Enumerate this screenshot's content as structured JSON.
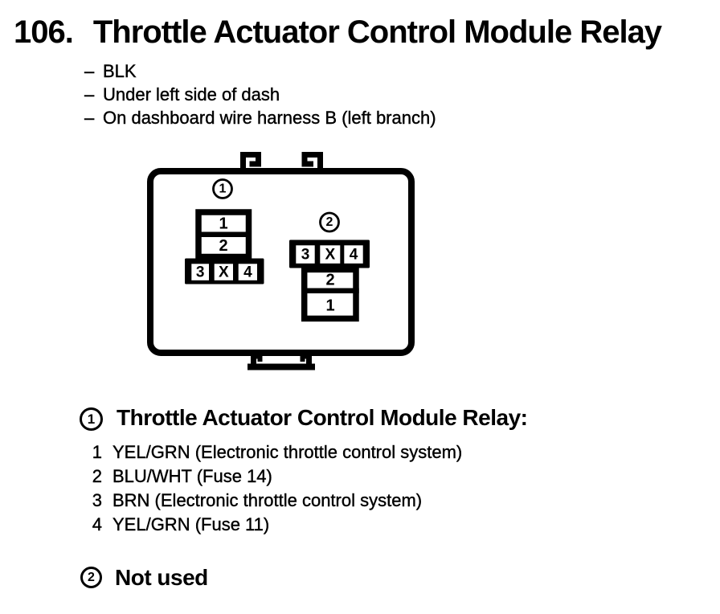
{
  "page": {
    "item_number": "106.",
    "title": "Throttle Actuator Control Module Relay",
    "dash": "–",
    "bullets": [
      "BLK",
      "Under left side of dash",
      "On dashboard wire harness B (left branch)"
    ]
  },
  "diagram": {
    "connector1": {
      "ref": "1",
      "stack_cells": [
        "1",
        "2"
      ],
      "row_cells": [
        "3",
        "X",
        "4"
      ]
    },
    "connector2": {
      "ref": "2",
      "row_cells": [
        "3",
        "X",
        "4"
      ],
      "stack_cells": [
        "2",
        "1"
      ]
    }
  },
  "legend1": {
    "ref": "1",
    "title": "Throttle Actuator Control Module Relay:",
    "pins": [
      {
        "num": "1",
        "desc": "YEL/GRN (Electronic throttle control system)"
      },
      {
        "num": "2",
        "desc": "BLU/WHT (Fuse 14)"
      },
      {
        "num": "3",
        "desc": "BRN (Electronic throttle control system)"
      },
      {
        "num": "4",
        "desc": "YEL/GRN (Fuse 11)"
      }
    ]
  },
  "legend2": {
    "ref": "2",
    "title": "Not used"
  },
  "colors": {
    "ink": "#000000",
    "paper": "#ffffff"
  }
}
